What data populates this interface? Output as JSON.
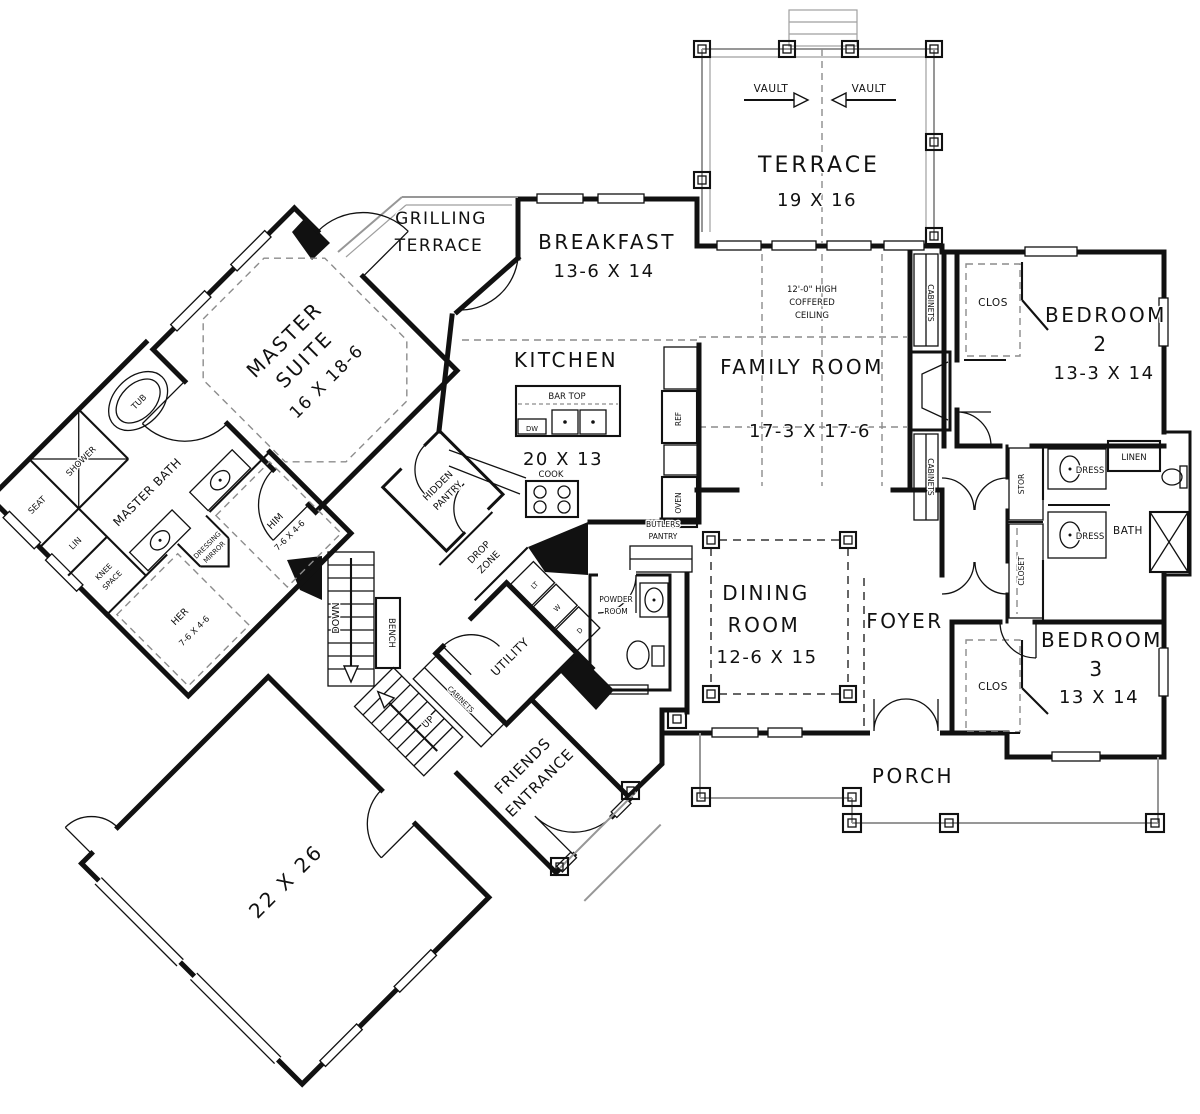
{
  "colors": {
    "ink": "#111111",
    "gray": "#979797",
    "paper": "#ffffff"
  },
  "terrace": {
    "name": "TERRACE",
    "dims": "19 X 16",
    "vault_left": "VAULT",
    "vault_right": "VAULT"
  },
  "grilling_terrace": {
    "line1": "GRILLING",
    "line2": "TERRACE"
  },
  "breakfast": {
    "name": "BREAKFAST",
    "dims": "13-6 X 14"
  },
  "family_room": {
    "name": "FAMILY ROOM",
    "dims": "17-3 X 17-6",
    "ceiling_line1": "12'-0\" HIGH",
    "ceiling_line2": "COFFERED",
    "ceiling_line3": "CEILING",
    "cabinets_top": "CABINETS",
    "cabinets_bottom": "CABINETS"
  },
  "kitchen": {
    "name": "KITCHEN",
    "dims": "20 X 13",
    "bar_top": "BAR TOP",
    "dw": "DW",
    "cook": "COOK",
    "ref": "REF",
    "oven": "OVEN"
  },
  "butlers_pantry": {
    "line1": "BUTLERS",
    "line2": "PANTRY"
  },
  "powder_room": {
    "line1": "POWDER",
    "line2": "ROOM"
  },
  "dining_room": {
    "line1": "DINING",
    "line2": "ROOM",
    "dims": "12-6 X 15"
  },
  "foyer": {
    "name": "FOYER"
  },
  "porch": {
    "name": "PORCH"
  },
  "bedroom2": {
    "line1": "BEDROOM",
    "line2": "2",
    "dims": "13-3 X 14",
    "clos": "CLOS"
  },
  "bedroom3": {
    "line1": "BEDROOM",
    "line2": "3",
    "dims": "13 X 14",
    "clos": "CLOS"
  },
  "hall_bath": {
    "linen": "LINEN",
    "bath": "BATH",
    "dress_top": "DRESS",
    "dress_bottom": "DRESS",
    "stor": "STOR",
    "closet": "CLOSET"
  },
  "master_suite": {
    "line1": "MASTER",
    "line2": "SUITE",
    "dims": "16 X 18-6"
  },
  "master_bath": {
    "name": "MASTER BATH",
    "tub": "TUB",
    "shower": "SHOWER",
    "seat": "SEAT",
    "lin": "LIN",
    "knee_line1": "KNEE",
    "knee_line2": "SPACE"
  },
  "closets": {
    "her": "HER",
    "her_dims": "7-6 X 4-6",
    "him": "HIM",
    "him_dims": "7-6 X 4-6",
    "mirror_line1": "DRESSING",
    "mirror_line2": "MIRROR"
  },
  "stairs": {
    "down": "DOWN",
    "up": "UP",
    "bench": "BENCH"
  },
  "hidden_pantry": {
    "line1": "HIDDEN",
    "line2": "PANTRY"
  },
  "drop_zone": {
    "line1": "DROP",
    "line2": "ZONE"
  },
  "utility": {
    "name": "UTILITY",
    "lt": "LT",
    "w": "W",
    "d": "D",
    "cabinets": "CABINETS"
  },
  "friends_entrance": {
    "line1": "FRIENDS",
    "line2": "ENTRANCE"
  },
  "garage": {
    "dims": "22 X 26"
  }
}
